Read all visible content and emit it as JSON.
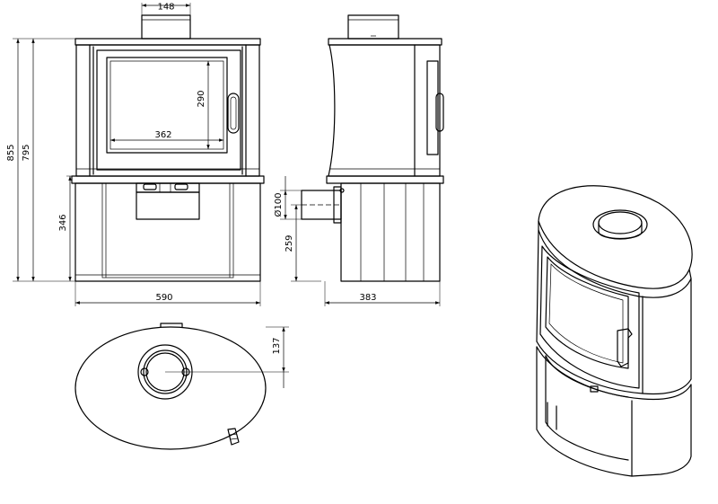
{
  "dimensions": {
    "flue_width": "148",
    "total_height": "855",
    "body_height": "795",
    "base_height": "346",
    "glass_height": "290",
    "glass_width": "362",
    "front_width": "590",
    "flue_diameter": "Ø100",
    "rear_outlet_height": "259",
    "side_depth": "383",
    "top_flue_offset": "137"
  },
  "colors": {
    "line": "#000000",
    "background": "#ffffff"
  }
}
